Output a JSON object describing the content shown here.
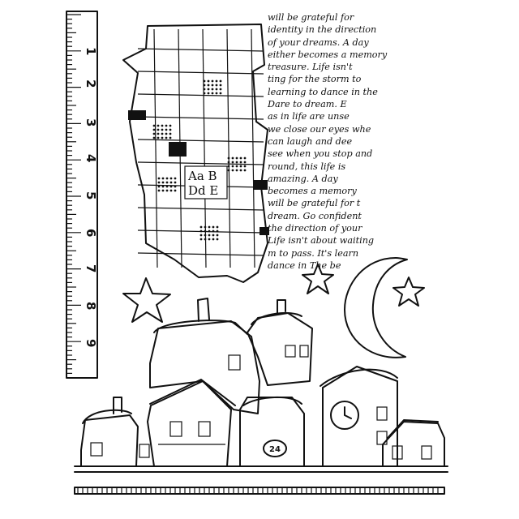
{
  "ruler": {
    "numbers": [
      "1",
      "2",
      "3",
      "4",
      "5",
      "6",
      "7",
      "8",
      "9"
    ]
  },
  "quilt": {
    "letters_line1": "Aa B",
    "letters_line2": "Dd E"
  },
  "script_lines": [
    "will be grateful for",
    "identity in the direction",
    "of your dreams. A day",
    "either becomes a memory",
    "treasure. Life isn't",
    "ting for the storm to",
    "learning to dance in the",
    "Dare to dream. E",
    "as in life are unse",
    "we close our eyes whe",
    "can laugh and dee",
    "see when you stop and",
    "round, this life is",
    "amazing. A day",
    "becomes a memory",
    "will be grateful for t",
    "dream. Go confident",
    "the direction of your",
    "Life isn't about waiting",
    "m to pass. It's learn",
    "dance in          The be"
  ],
  "house_number": "24",
  "colors": {
    "ink": "#111111",
    "paper": "#ffffff"
  }
}
